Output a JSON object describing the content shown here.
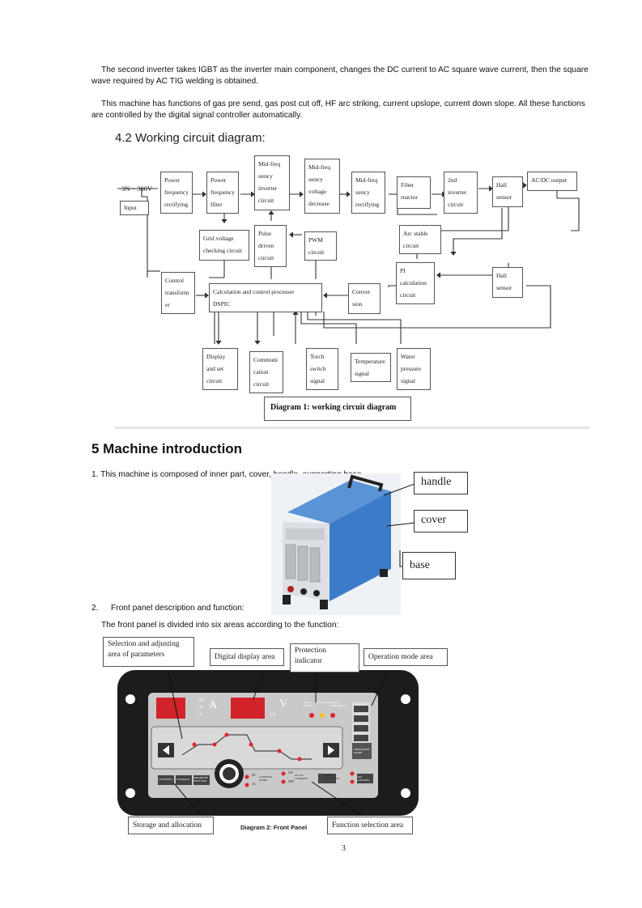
{
  "intro": {
    "p1": "The second inverter takes IGBT as the inverter main component, changes the DC current to AC square wave current, then the square wave required by AC TIG welding is obtained.",
    "p2": "This machine has functions of gas pre send, gas post cut off, HF arc striking, current upslope, current down slope. All these functions are controlled by the digital signal controller automatically."
  },
  "section42": {
    "title": "4.2 Working circuit diagram:"
  },
  "diagram1": {
    "caption": "Diagram 1: working circuit diagram",
    "input_voltage": "3N ~ 380V",
    "blocks": {
      "input": "Input",
      "power_rect": [
        "Power",
        "frequency",
        "rectifying"
      ],
      "power_filter": [
        "Power",
        "frequency",
        "filter"
      ],
      "midfreq_inverter": [
        "Mid-freq",
        "uency",
        "inverter",
        "circuit"
      ],
      "midfreq_voltage": [
        "Mid-freq",
        "uency",
        "voltage",
        "decrease"
      ],
      "midfreq_rect": [
        "Mid-freq",
        "uency",
        "rectifying"
      ],
      "filter_reactor": [
        "Filter",
        "reactor"
      ],
      "second_inverter": [
        "2nd",
        "inverter",
        "circuit"
      ],
      "hall_sensor_1": [
        "Hall",
        "sensor"
      ],
      "acdc_output": "AC/DC output",
      "grid_check": [
        "Grid voltage",
        "checking circuit"
      ],
      "pulse_driven": [
        "Pulse",
        "driven",
        "circuit"
      ],
      "pwm": [
        "PWM",
        "circuit"
      ],
      "arc_stable": [
        "Arc stable",
        "circuit"
      ],
      "pi_calc": [
        "PI",
        "calculation",
        "circuit"
      ],
      "hall_sensor_2": [
        "Hall",
        "sensor"
      ],
      "control_transformer": [
        "Control",
        "transform",
        "er"
      ],
      "processor": [
        "Calculation and control processer",
        "DSPIC"
      ],
      "conversion": [
        "Conver",
        "sion"
      ],
      "display": [
        "Display",
        "and set",
        "circuit"
      ],
      "communication": [
        "Communi",
        "cation",
        "circuit"
      ],
      "torch_switch": [
        "Torch",
        "switch",
        "signal"
      ],
      "temperature": [
        "Temperature",
        "signal"
      ],
      "water_pressure": [
        "Water",
        "pressure",
        "signal"
      ]
    }
  },
  "section5": {
    "title": "5   Machine introduction",
    "item1": "1. This machine is composed of inner part, cover, handle, supporting base.",
    "callouts": [
      "handle",
      "cover",
      "base"
    ],
    "item2_num": "2.",
    "item2": "Front panel description and function:",
    "item2_sub": "The front panel is divided into six areas according to the function:"
  },
  "diagram2": {
    "caption": "Diagram 2: Front Panel",
    "callouts": {
      "selection": [
        "Selection and adjusting",
        "area of parameters"
      ],
      "digital": "Digital display area",
      "protection": [
        "Protection",
        "indicator"
      ],
      "operation": "Operation mode area",
      "storage": "Storage and allocation",
      "function": "Function selection area"
    },
    "panel": {
      "unit_left": [
        "Hz",
        "%",
        "S"
      ],
      "unit_a": "A",
      "unit_v": "V",
      "unit_ch": "Ch",
      "indicators": [
        "VOLT ERROR",
        "OVR LOAD",
        "WATER ABNORMAL"
      ],
      "buttons": [
        "CHANNEL",
        "STORAGE",
        "PARAMETER SELECTION"
      ],
      "func_labels": [
        "DC",
        "AC",
        "CURRENT MODE",
        "ON",
        "OFF",
        "PULSE CURRENT",
        "TORCH SELECTION",
        "GAS CONTROL"
      ],
      "op_mode": "OPERATION MODE"
    }
  },
  "page_number": "3",
  "colors": {
    "machine_blue": "#3d7cc9",
    "panel_dark": "#1c1c1c",
    "panel_grey": "#c9c9c9",
    "led_red": "#e0262b"
  }
}
